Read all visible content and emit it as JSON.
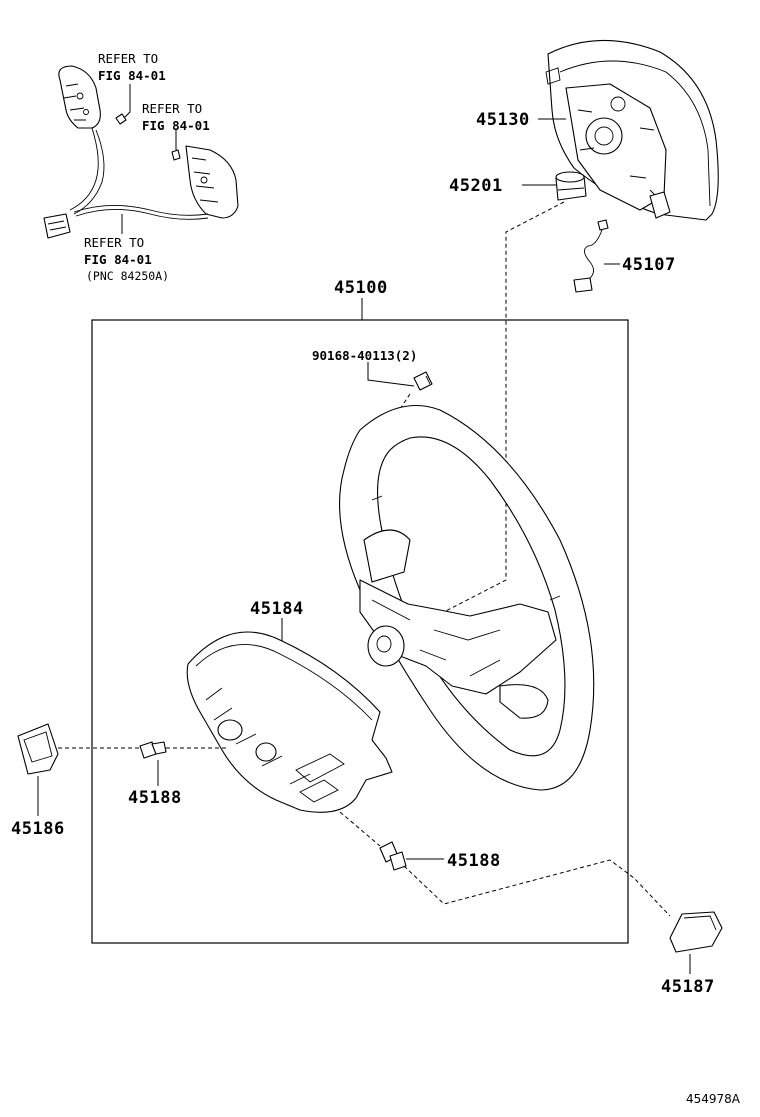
{
  "diagram": {
    "callouts": {
      "refer_a_line1": "REFER TO",
      "refer_a_line2": "FIG 84-01",
      "refer_b_line1": "REFER TO",
      "refer_b_line2": "FIG 84-01",
      "refer_c_line1": "REFER TO",
      "refer_c_line2": "FIG 84-01",
      "refer_c_line3": "(PNC 84250A)"
    },
    "parts": {
      "p45130": "45130",
      "p45201": "45201",
      "p45107": "45107",
      "p45100": "45100",
      "p90168": "90168-40113(2)",
      "p45184": "45184",
      "p45188_left": "45188",
      "p45188_right": "45188",
      "p45186": "45186",
      "p45187": "45187"
    },
    "diagram_code": "454978A"
  }
}
